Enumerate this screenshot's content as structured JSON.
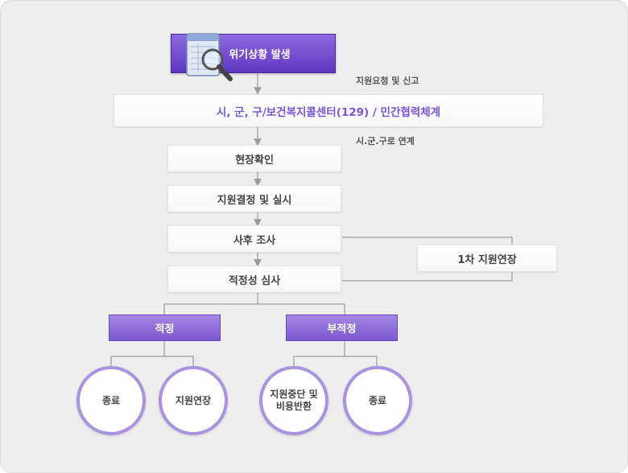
{
  "header": {
    "label": "위기상황 발생"
  },
  "notes": {
    "request": "지원요청 및 신고",
    "link": "시.군.구로 연계"
  },
  "flow": {
    "center": "시, 군, 구/보건복지콜센터(129) / 민간협력체계",
    "check": "현장확인",
    "decide": "지원결정 및 실시",
    "followup": "사후 조사",
    "review": "적정성 심사",
    "extend": "1차 지원연장"
  },
  "outcomes": {
    "appropriate": "적정",
    "inappropriate": "부적정"
  },
  "results": {
    "end1": "종료",
    "extend2": "지원연장",
    "stop_line1": "지원중단 및",
    "stop_line2": "비용반환",
    "end2": "종료"
  },
  "colors": {
    "accent": "#7a55d8",
    "header": "#6a44c8",
    "ring": "#a992df"
  },
  "icons": {
    "header_icon": "document-magnifier-icon"
  }
}
